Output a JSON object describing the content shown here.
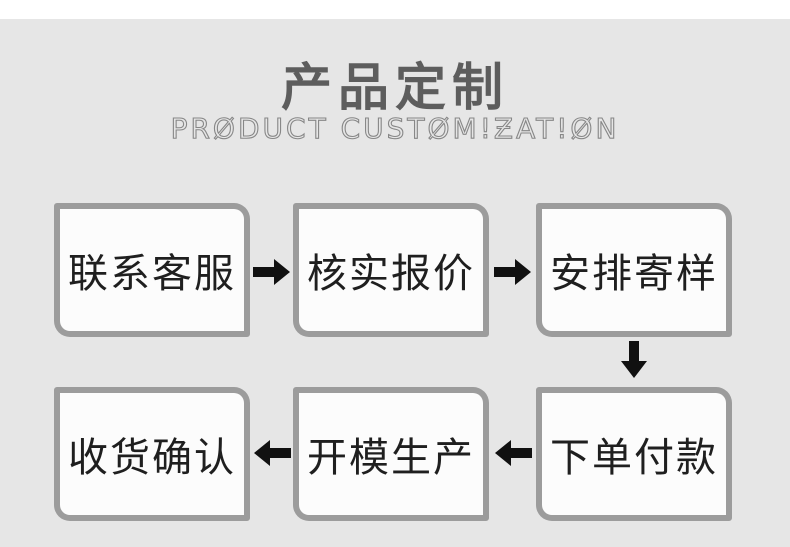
{
  "header": {
    "title": "产品定制",
    "subtitle": "PRODUCT CUSTOMIZATION",
    "subtitle_display": "PRØDUCT CUSTØM!ƵAT!ØN"
  },
  "flow": {
    "steps": [
      {
        "label": "联系客服"
      },
      {
        "label": "核实报价"
      },
      {
        "label": "安排寄样"
      },
      {
        "label": "下单付款"
      },
      {
        "label": "开模生产"
      },
      {
        "label": "收货确认"
      }
    ],
    "arrows": [
      {
        "direction": "right"
      },
      {
        "direction": "right"
      },
      {
        "direction": "down"
      },
      {
        "direction": "left"
      },
      {
        "direction": "left"
      }
    ]
  },
  "colors": {
    "panel_bg": "#e6e6e6",
    "top_strip": "#ffffff",
    "box_bg": "#fcfcfc",
    "box_border": "#9c9c9c",
    "box_text": "#1f1f1f",
    "title_text": "#5d5d5d",
    "subtitle_text": "#878787",
    "arrow": "#111111"
  }
}
